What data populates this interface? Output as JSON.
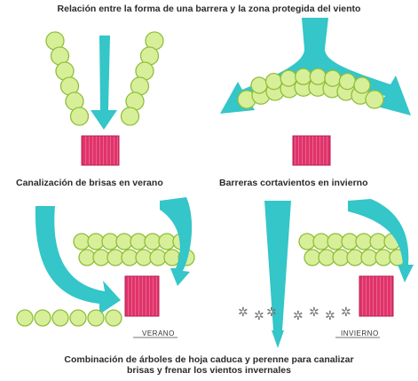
{
  "titles": {
    "top": "Relación entre la forma de una barrera y la zona protegida del viento",
    "mid_left": "Canalización de brisas en verano",
    "mid_right": "Barreras cortavientos en invierno",
    "bottom_line1": "Combinación de árboles de hoja caduca y perenne para canalizar",
    "bottom_line2": "brisas y frenar los vientos invernales"
  },
  "labels": {
    "verano": "VERANO",
    "invierno": "INVIERNO"
  },
  "colors": {
    "tree_fill": "#d8ef9a",
    "tree_stroke": "#8fbf3a",
    "wind": "#34c6c8",
    "building": "#e0336b",
    "background": "#ffffff"
  }
}
